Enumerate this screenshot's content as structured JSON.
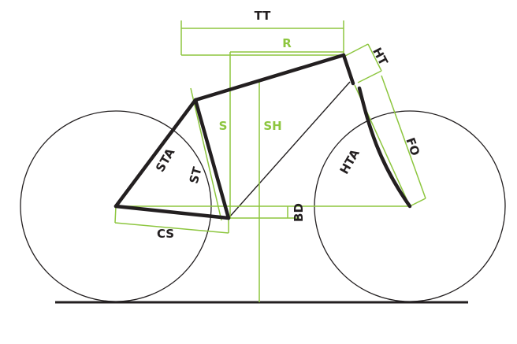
{
  "colors": {
    "frame": "#231f20",
    "dimension": "#8dc63f",
    "guide": "#231f20",
    "background": "#ffffff"
  },
  "labels": {
    "tt": "TT",
    "r": "R",
    "ht": "HT",
    "s": "S",
    "sh": "SH",
    "sta": "STA",
    "st": "ST",
    "fo": "FO",
    "hta": "HTA",
    "bd": "BD",
    "cs": "CS"
  }
}
